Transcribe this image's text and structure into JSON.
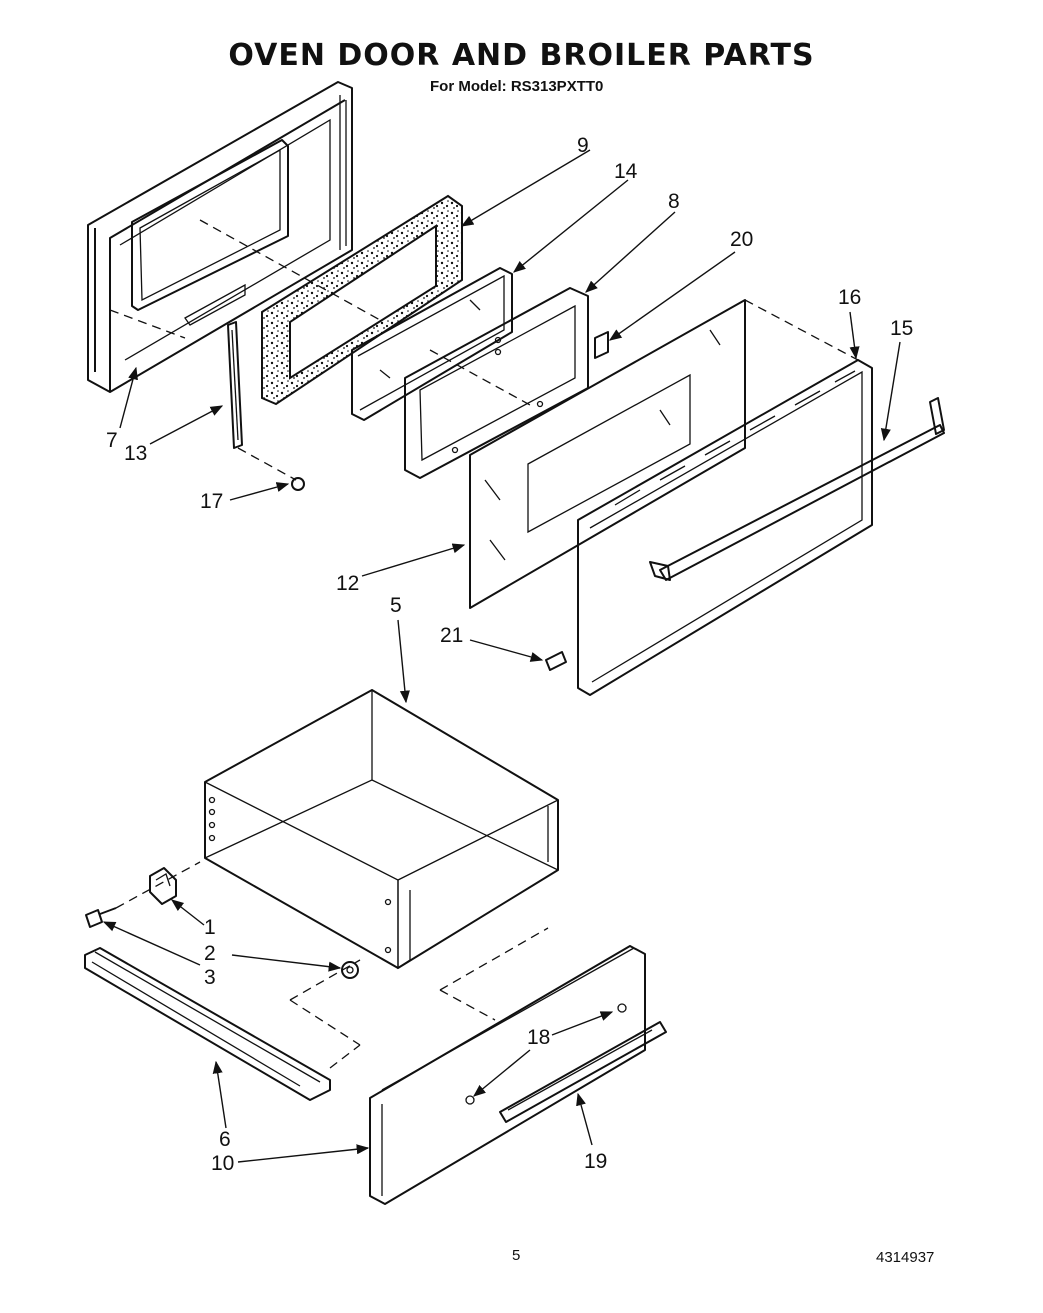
{
  "header": {
    "title": "OVEN DOOR AND BROILER PARTS",
    "model_line": "For Model: RS313PXTT0"
  },
  "footer": {
    "page_number": "5",
    "doc_number": "4314937"
  },
  "callouts": {
    "c1": "1",
    "c2": "2",
    "c3": "3",
    "c5": "5",
    "c6": "6",
    "c7": "7",
    "c8": "8",
    "c9": "9",
    "c10": "10",
    "c12": "12",
    "c13": "13",
    "c14": "14",
    "c15": "15",
    "c16": "16",
    "c17": "17",
    "c18": "18",
    "c19": "19",
    "c20": "20",
    "c21": "21"
  }
}
